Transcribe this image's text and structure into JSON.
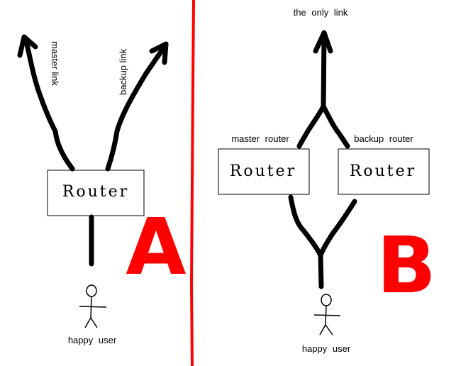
{
  "panel_a": {
    "letter": "A",
    "router_label": "Router",
    "master_link_label": "master link",
    "backup_link_label": "backup link",
    "user_label": "happy user"
  },
  "panel_b": {
    "letter": "B",
    "only_link_label": "the only link",
    "master_router_label": "master router",
    "backup_router_label": "backup router",
    "master_router_text": "Router",
    "backup_router_text": "Router",
    "user_label": "happy user"
  },
  "colors": {
    "divider": "#ff0000",
    "letters": "#ff0000",
    "lines": "#000000"
  }
}
